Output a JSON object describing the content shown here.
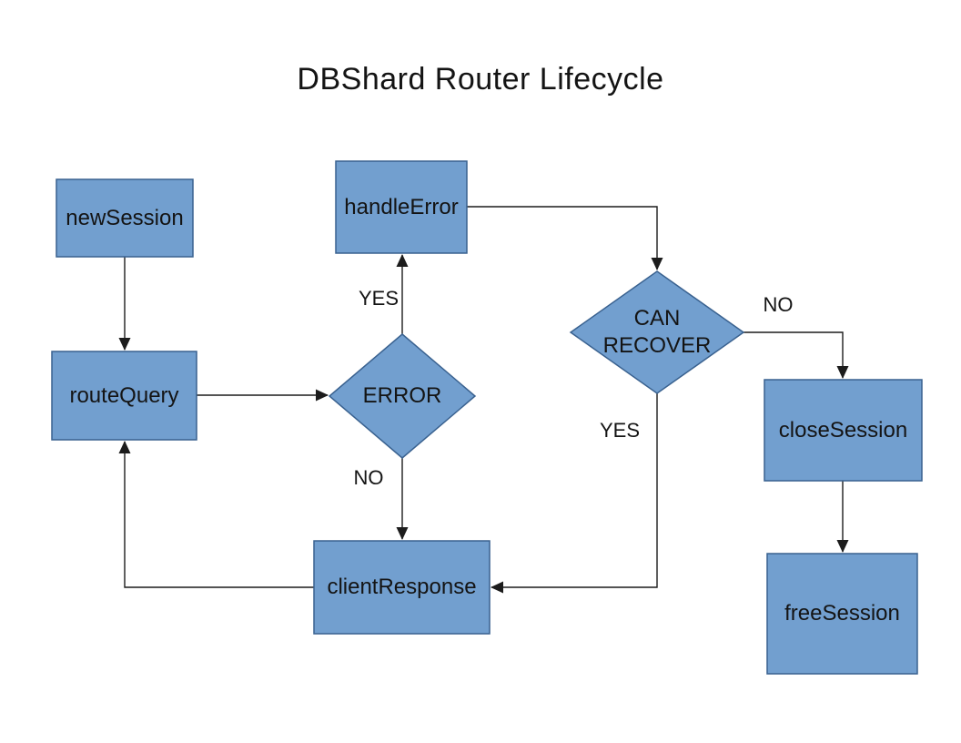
{
  "title": "DBShard Router Lifecycle",
  "colors": {
    "node_fill": "#729FCF",
    "node_border": "#39618F",
    "connector_line": "#1C1C1C",
    "label_text": "#141414"
  },
  "nodes": {
    "new_session": {
      "label": "newSession",
      "shape": "rectangle"
    },
    "route_query": {
      "label": "routeQuery",
      "shape": "rectangle"
    },
    "handle_error": {
      "label": "handleError",
      "shape": "rectangle"
    },
    "error_decision": {
      "label": "ERROR",
      "shape": "diamond"
    },
    "can_recover_decision": {
      "label": "CAN RECOVER",
      "shape": "diamond"
    },
    "close_session": {
      "label": "closeSession",
      "shape": "rectangle"
    },
    "client_response": {
      "label": "clientResponse",
      "shape": "rectangle"
    },
    "free_session": {
      "label": "freeSession",
      "shape": "rectangle"
    }
  },
  "edge_labels": {
    "error_yes": "YES",
    "error_no": "NO",
    "can_recover_no": "NO",
    "can_recover_yes": "YES"
  }
}
